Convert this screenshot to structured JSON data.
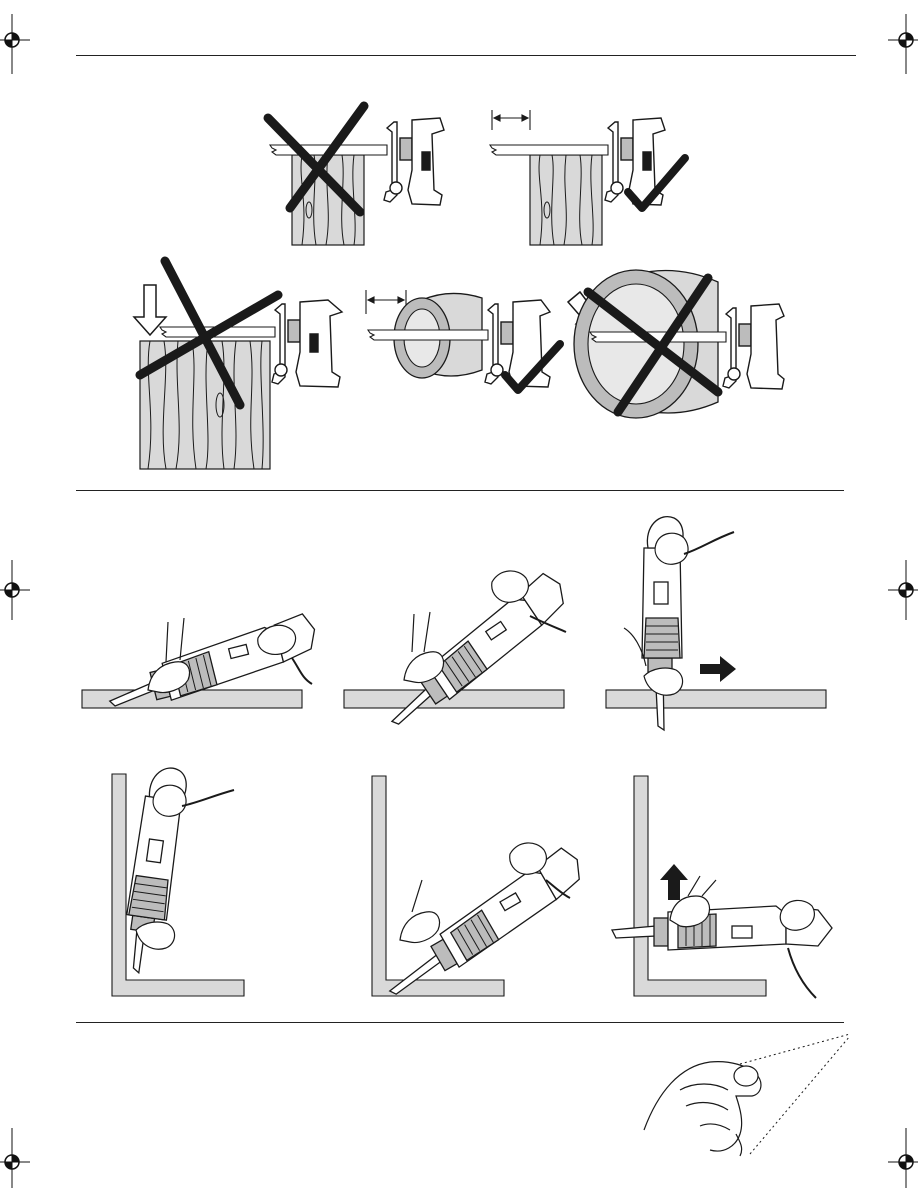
{
  "page": {
    "background": "#ffffff",
    "ink": "#1a1a1a",
    "fill_light": "#d9d9d9",
    "fill_mid": "#bcbcbc"
  },
  "section_1": {
    "figures": [
      {
        "id": "blade-overhang-wood-wrong",
        "status": "cross-icon"
      },
      {
        "id": "blade-overhang-wood-right",
        "status": "check-icon"
      },
      {
        "id": "oversize-wood-wrong",
        "status": "cross-icon"
      },
      {
        "id": "pipe-cut-right",
        "status": "check-icon"
      },
      {
        "id": "oversize-pipe-wrong",
        "status": "cross-icon"
      }
    ]
  },
  "section_2": {
    "figures": [
      {
        "id": "plunge-step-1"
      },
      {
        "id": "plunge-step-2"
      },
      {
        "id": "plunge-step-3",
        "direction": "right-arrow-icon"
      }
    ]
  },
  "section_3": {
    "figures": [
      {
        "id": "flush-cut-vertical"
      },
      {
        "id": "flush-cut-angled"
      },
      {
        "id": "flush-cut-horizontal",
        "direction": "up-arrow-icon"
      }
    ]
  },
  "section_4": {
    "figures": [
      {
        "id": "blade-change-hand"
      }
    ]
  }
}
